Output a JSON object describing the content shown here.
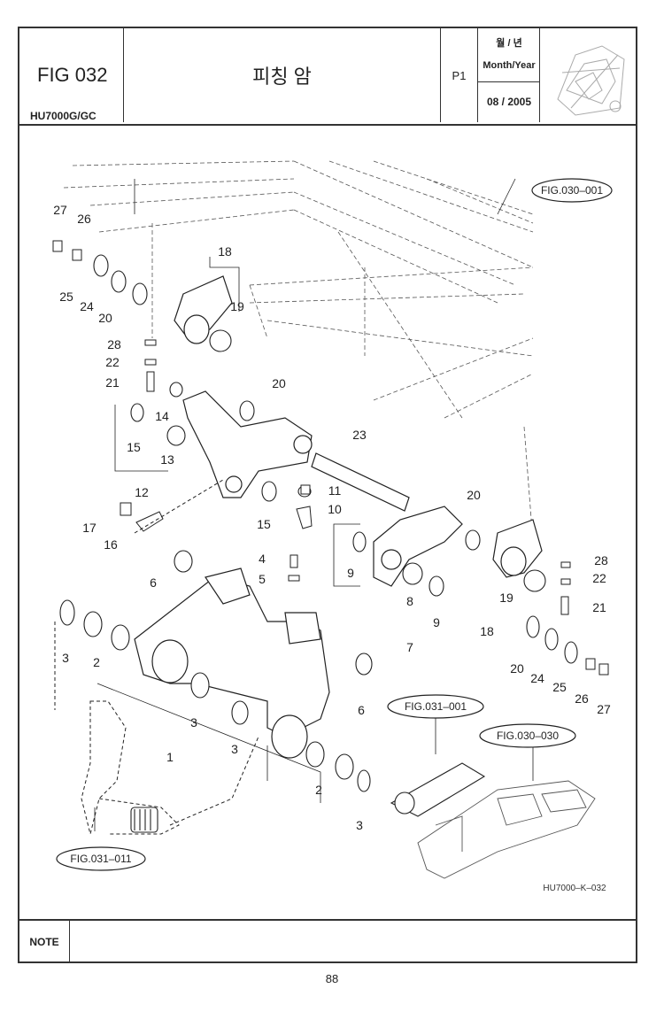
{
  "header": {
    "fig_id": "FIG 032",
    "model": "HU7000G/GC",
    "title": "피칭 암",
    "page_code": "P1",
    "date_label_ko": "월 / 년",
    "date_label_en": "Month/Year",
    "date_value": "08 / 2005"
  },
  "diagram": {
    "refs": {
      "fig030_001": "FIG.030–001",
      "fig031_001": "FIG.031–001",
      "fig030_030": "FIG.030–030",
      "fig031_011": "FIG.031–011"
    },
    "drawing_code": "HU7000–K–032",
    "callouts": {
      "c27a": "27",
      "c26a": "26",
      "c25a": "25",
      "c24a": "24",
      "c20a": "20",
      "c18a": "18",
      "c19a": "19",
      "c28a": "28",
      "c22a": "22",
      "c21a": "21",
      "c20b": "20",
      "c14": "14",
      "c15a": "15",
      "c13": "13",
      "c12": "12",
      "c23": "23",
      "c11": "11",
      "c10": "10",
      "c15b": "15",
      "c17": "17",
      "c16": "16",
      "c20c": "20",
      "c28b": "28",
      "c22b": "22",
      "c21b": "21",
      "c19b": "19",
      "c9a": "9",
      "c8": "8",
      "c9b": "9",
      "c7": "7",
      "c18b": "18",
      "c4": "4",
      "c5": "5",
      "c6a": "6",
      "c3a": "3",
      "c2a": "2",
      "c3b": "3",
      "c3c": "3",
      "c1": "1",
      "c6b": "6",
      "c2b": "2",
      "c3d": "3",
      "c20d": "20",
      "c24b": "24",
      "c25b": "25",
      "c26b": "26",
      "c27b": "27"
    }
  },
  "note": {
    "label": "NOTE"
  },
  "page_number": "88"
}
